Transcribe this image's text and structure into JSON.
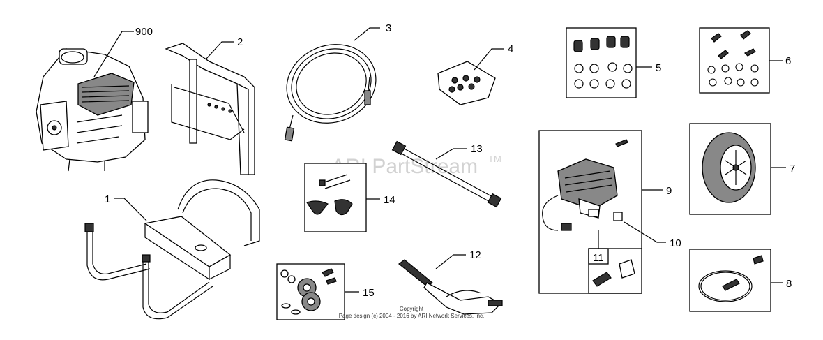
{
  "watermark": {
    "text": "ARI PartStream",
    "tm": "TM"
  },
  "copyright": {
    "line1": "Copyright",
    "line2": "Page design (c) 2004 - 2016 by ARI Network Services, Inc."
  },
  "callouts": {
    "c900": "900",
    "c1": "1",
    "c2": "2",
    "c3": "3",
    "c4": "4",
    "c5": "5",
    "c6": "6",
    "c7": "7",
    "c8": "8",
    "c9": "9",
    "c10": "10",
    "c11": "11",
    "c12": "12",
    "c13": "13",
    "c14": "14",
    "c15": "15"
  }
}
